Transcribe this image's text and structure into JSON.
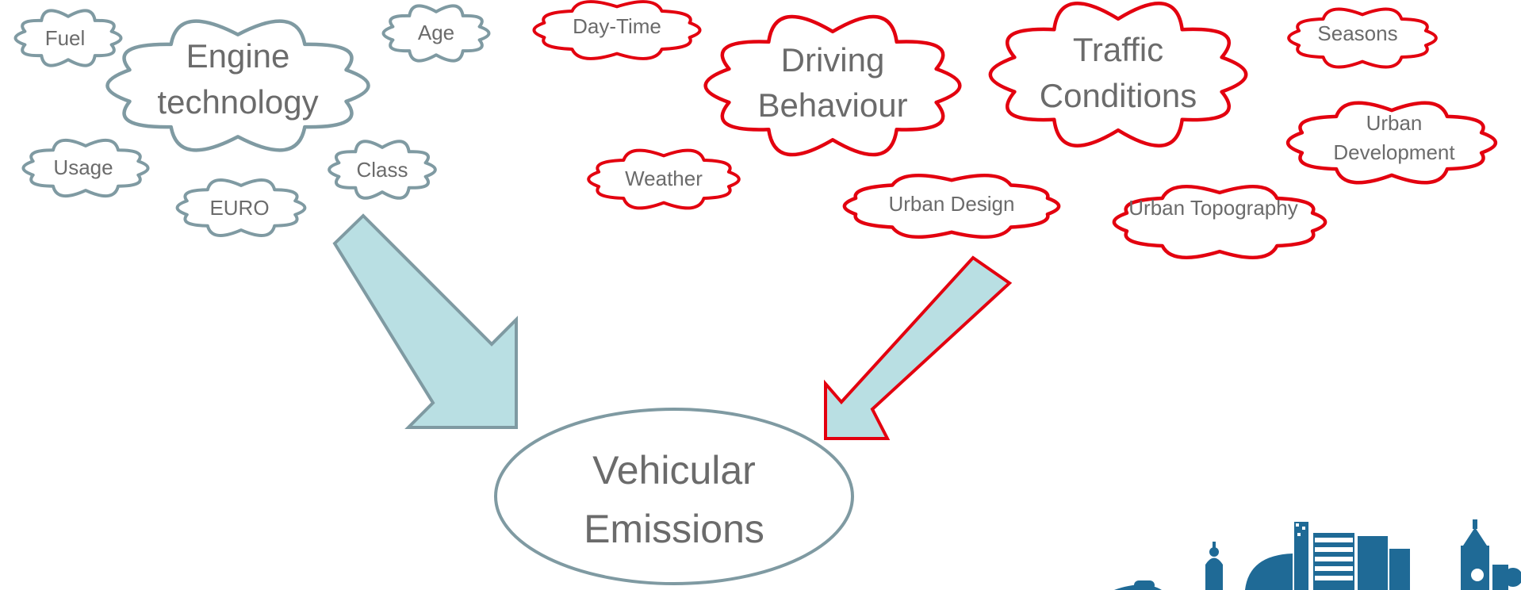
{
  "colors": {
    "gray_stroke": "#7f9aa2",
    "red_stroke": "#e3000f",
    "arrow_fill": "#b9dfe3",
    "text": "#6b6b6b",
    "skyline": "#1f6a96"
  },
  "engine_factors": {
    "main": [
      "Engine",
      "technology"
    ],
    "fuel": "Fuel",
    "age": "Age",
    "usage": "Usage",
    "class": "Class",
    "euro": "EURO"
  },
  "driving_factors": {
    "day_time": "Day-Time",
    "driving": [
      "Driving",
      "Behaviour"
    ],
    "traffic": [
      "Traffic",
      "Conditions"
    ],
    "seasons": "Seasons",
    "weather": "Weather",
    "urban_design": "Urban Design",
    "urban_topography": "Urban Topography",
    "urban_development": [
      "Urban",
      "Development"
    ]
  },
  "target": [
    "Vehicular",
    "Emissions"
  ],
  "icons": {
    "left_arrow": "arrow-down-right-icon",
    "right_arrow": "arrow-down-left-icon",
    "skyline": "city-skyline-logo"
  }
}
